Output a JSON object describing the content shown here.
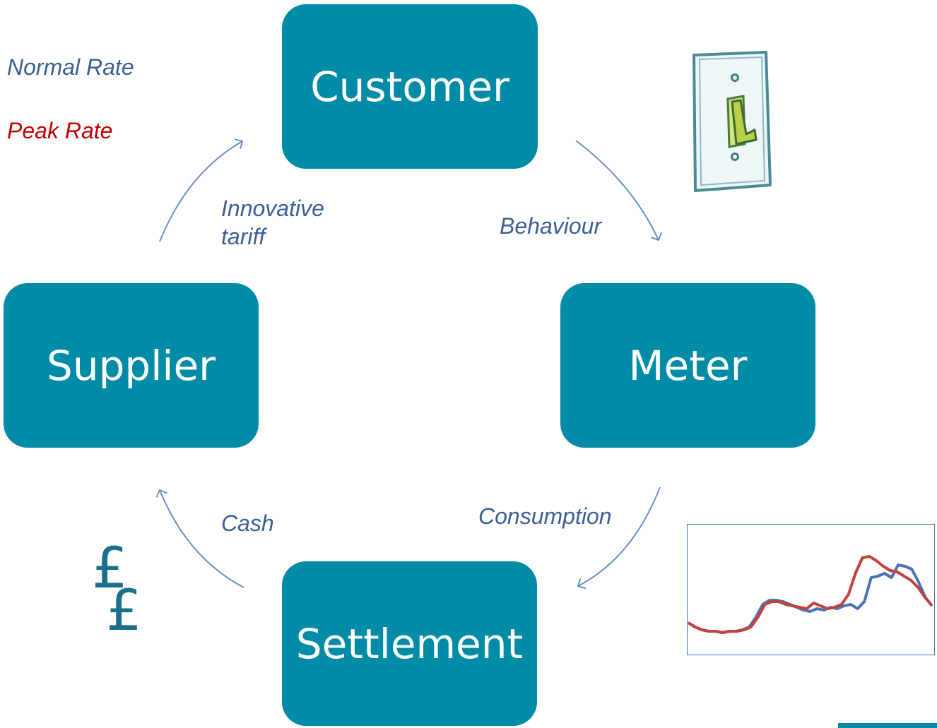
{
  "nodes": {
    "customer": "Customer",
    "supplier": "Supplier",
    "meter": "Meter",
    "settlement": "Settlement"
  },
  "edges": {
    "innovative_line1": "Innovative",
    "innovative_line2": "tariff",
    "behaviour": "Behaviour",
    "cash": "Cash",
    "consumption": "Consumption"
  },
  "legend": {
    "normal": "Normal Rate",
    "peak": "Peak Rate"
  },
  "icons": {
    "switch": "light-switch-icon",
    "pound": "pound-sign-icon"
  },
  "colors": {
    "node": "#008ba6",
    "edge_text": "#3b5e94",
    "normal_series": "#4a72b8",
    "peak_series": "#c2413f",
    "arrow": "#6b8fc4"
  },
  "chart_data": {
    "type": "line",
    "title": "",
    "xlabel": "",
    "ylabel": "",
    "series": [
      {
        "name": "Normal Rate",
        "values": [
          0.2,
          0.17,
          0.15,
          0.14,
          0.14,
          0.13,
          0.14,
          0.14,
          0.15,
          0.17,
          0.24,
          0.33,
          0.36,
          0.36,
          0.35,
          0.33,
          0.31,
          0.29,
          0.28,
          0.3,
          0.29,
          0.31,
          0.3,
          0.32,
          0.33,
          0.3,
          0.35,
          0.52,
          0.53,
          0.55,
          0.52,
          0.61,
          0.6,
          0.58,
          0.49,
          0.38,
          0.32
        ]
      },
      {
        "name": "Peak Rate",
        "values": [
          0.2,
          0.17,
          0.15,
          0.14,
          0.14,
          0.13,
          0.14,
          0.14,
          0.15,
          0.17,
          0.24,
          0.33,
          0.35,
          0.35,
          0.33,
          0.32,
          0.31,
          0.3,
          0.34,
          0.32,
          0.3,
          0.31,
          0.33,
          0.4,
          0.55,
          0.66,
          0.67,
          0.64,
          0.6,
          0.57,
          0.56,
          0.53,
          0.5,
          0.45,
          0.38,
          0.32
        ]
      }
    ]
  }
}
